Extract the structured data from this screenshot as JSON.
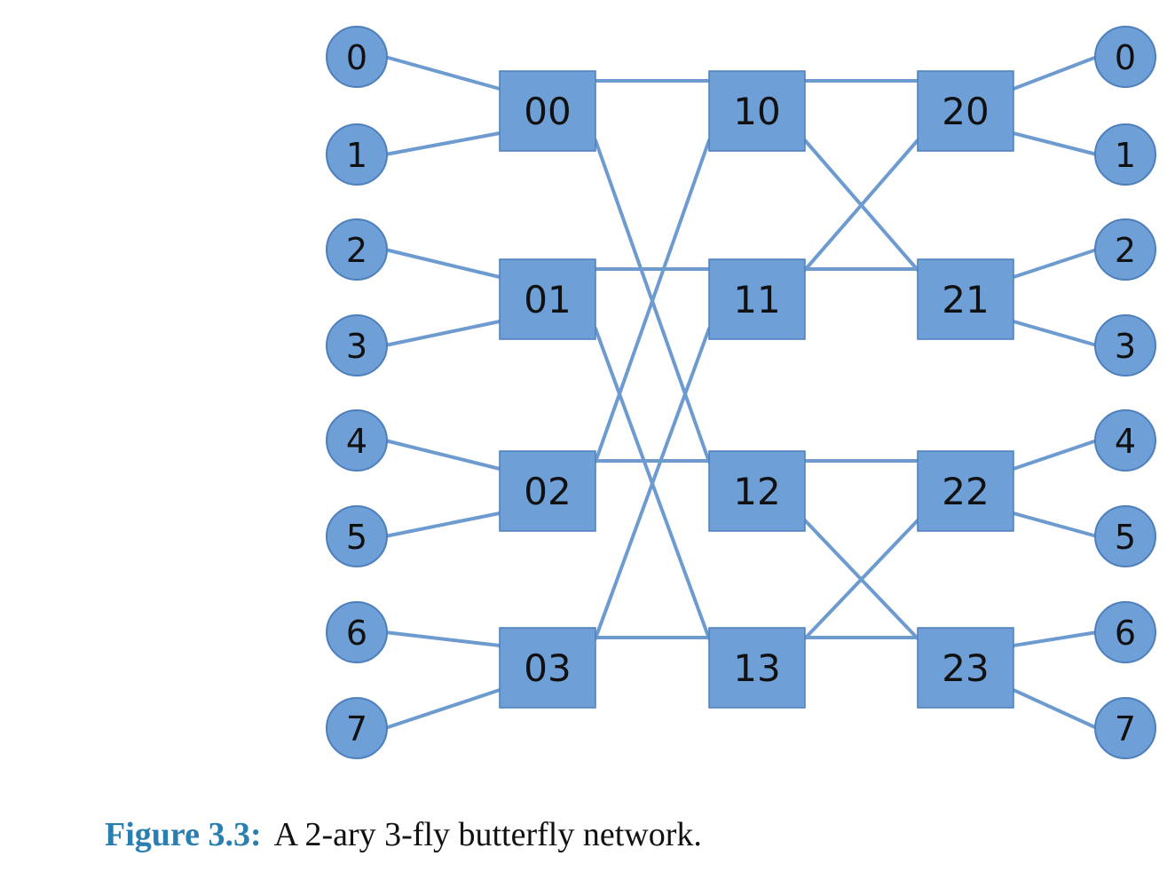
{
  "diagram": {
    "input_terminals": [
      "0",
      "1",
      "2",
      "3",
      "4",
      "5",
      "6",
      "7"
    ],
    "output_terminals": [
      "0",
      "1",
      "2",
      "3",
      "4",
      "5",
      "6",
      "7"
    ],
    "stages": [
      [
        "00",
        "01",
        "02",
        "03"
      ],
      [
        "10",
        "11",
        "12",
        "13"
      ],
      [
        "20",
        "21",
        "22",
        "23"
      ]
    ],
    "colors": {
      "node_fill": "#6e9fd6",
      "node_stroke": "#4d7fbd",
      "edge": "#6d9bd0"
    }
  },
  "caption": {
    "label": "Figure 3.3:",
    "text": "A 2-ary 3-fly butterfly network."
  }
}
